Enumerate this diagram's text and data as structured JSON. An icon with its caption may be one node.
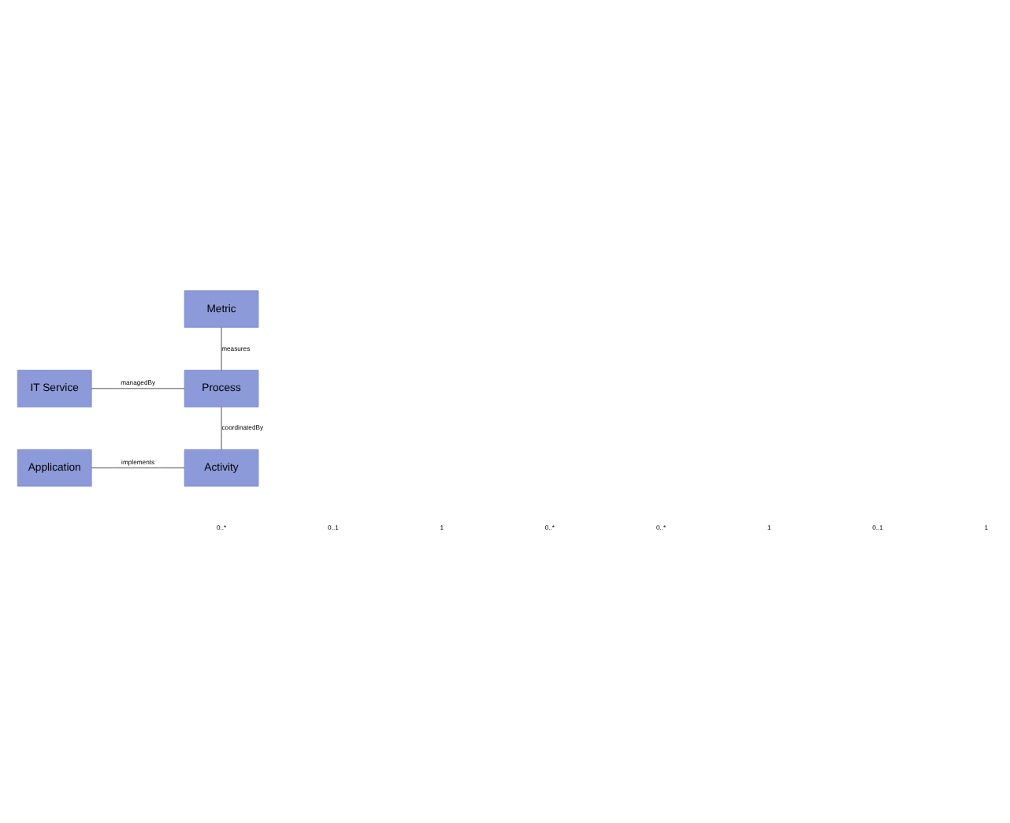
{
  "diagram": {
    "nodes": [
      {
        "text": [
          "Metric"
        ]
      },
      {
        "text": [
          "IT Service"
        ]
      },
      {
        "text": [
          "Process"
        ]
      },
      {
        "text": [
          "Application"
        ]
      },
      {
        "text": [
          "Activity"
        ]
      }
    ],
    "edges": [
      {
        "from": 0,
        "to": 2,
        "arrow": "none",
        "label": "measures"
      },
      {
        "from": 1,
        "to": 2,
        "arrow": "none",
        "label": "managedBy"
      },
      {
        "from": 2,
        "to": 4,
        "arrow": "none",
        "label": "coordinatedBy"
      },
      {
        "from": 3,
        "to": 4,
        "arrow": "none",
        "label": "implements"
      }
    ],
    "labels": [
      "0..*",
      "0..1",
      "1",
      "0..*",
      "0..*",
      "1",
      "0..1",
      "1"
    ]
  }
}
